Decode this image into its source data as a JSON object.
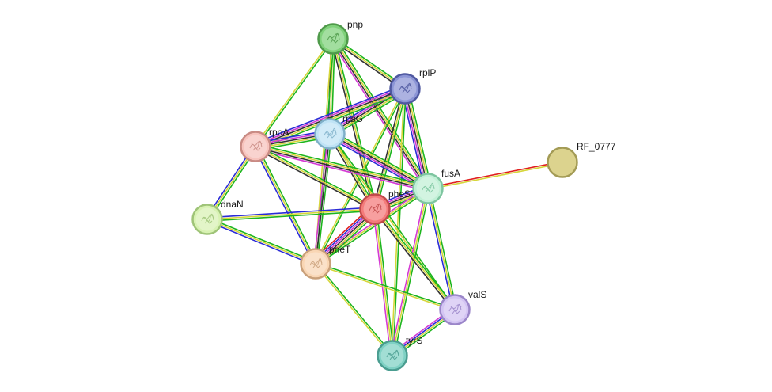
{
  "network": {
    "nodes": [
      {
        "id": "pnp",
        "label": "pnp",
        "color": "#7fd17a",
        "stroke": "#4f9a4a",
        "icon": "protein-structure-icon"
      },
      {
        "id": "rplP",
        "label": "rplP",
        "color": "#8c95d6",
        "stroke": "#4f58a0",
        "icon": "protein-structure-icon"
      },
      {
        "id": "rpsG",
        "label": "rpsG",
        "color": "#bfe3f5",
        "stroke": "#7fb0c9",
        "icon": "protein-structure-icon"
      },
      {
        "id": "rpoA",
        "label": "rpoA",
        "color": "#f7c3bd",
        "stroke": "#c98b84",
        "icon": "protein-structure-icon"
      },
      {
        "id": "RF_0777",
        "label": "RF_0777",
        "color": "#dcd38e",
        "stroke": "#a39b55",
        "icon": ""
      },
      {
        "id": "fusA",
        "label": "fusA",
        "color": "#c1f0d6",
        "stroke": "#7ec5a0",
        "icon": "protein-structure-icon"
      },
      {
        "id": "pheS",
        "label": "pheS",
        "color": "#f47b7b",
        "stroke": "#c04a4a",
        "icon": "protein-structure-icon"
      },
      {
        "id": "dnaN",
        "label": "dnaN",
        "color": "#d8f2b3",
        "stroke": "#9fc478",
        "icon": "protein-structure-icon"
      },
      {
        "id": "pheT",
        "label": "pheT",
        "color": "#f9d6b4",
        "stroke": "#c9a07a",
        "icon": "protein-structure-icon"
      },
      {
        "id": "valS",
        "label": "valS",
        "color": "#d3c4f3",
        "stroke": "#9b86c9",
        "icon": "protein-structure-icon"
      },
      {
        "id": "tyrS",
        "label": "tyrS",
        "color": "#7fd1c4",
        "stroke": "#4a9d90",
        "icon": "protein-structure-icon"
      }
    ],
    "edge_colors": {
      "green": "#1db51d",
      "yellow": "#d6d63a",
      "blue": "#2b2bd6",
      "black": "#333333",
      "magenta": "#d43ad4",
      "red": "#e02020",
      "cyan": "#3ab0d4"
    },
    "edges": [
      {
        "a": "pnp",
        "b": "rplP",
        "types": [
          "green",
          "yellow",
          "black"
        ]
      },
      {
        "a": "pnp",
        "b": "rpsG",
        "types": [
          "green",
          "yellow",
          "black"
        ]
      },
      {
        "a": "pnp",
        "b": "rpoA",
        "types": [
          "green",
          "yellow"
        ]
      },
      {
        "a": "pnp",
        "b": "fusA",
        "types": [
          "green",
          "yellow",
          "black",
          "magenta"
        ]
      },
      {
        "a": "pnp",
        "b": "pheS",
        "types": [
          "green",
          "yellow",
          "black"
        ]
      },
      {
        "a": "pnp",
        "b": "pheT",
        "types": [
          "green",
          "yellow"
        ]
      },
      {
        "a": "rplP",
        "b": "rpsG",
        "types": [
          "green",
          "yellow",
          "black",
          "magenta",
          "blue"
        ]
      },
      {
        "a": "rplP",
        "b": "rpoA",
        "types": [
          "green",
          "yellow",
          "black",
          "magenta",
          "blue"
        ]
      },
      {
        "a": "rplP",
        "b": "fusA",
        "types": [
          "green",
          "yellow",
          "black",
          "magenta",
          "blue"
        ]
      },
      {
        "a": "rplP",
        "b": "pheS",
        "types": [
          "green",
          "yellow",
          "black"
        ]
      },
      {
        "a": "rplP",
        "b": "pheT",
        "types": [
          "green",
          "yellow"
        ]
      },
      {
        "a": "rplP",
        "b": "tyrS",
        "types": [
          "green",
          "yellow"
        ]
      },
      {
        "a": "rpsG",
        "b": "rpoA",
        "types": [
          "green",
          "yellow",
          "black",
          "magenta",
          "blue"
        ]
      },
      {
        "a": "rpsG",
        "b": "fusA",
        "types": [
          "green",
          "yellow",
          "black",
          "magenta",
          "blue"
        ]
      },
      {
        "a": "rpsG",
        "b": "pheS",
        "types": [
          "green",
          "yellow",
          "black"
        ]
      },
      {
        "a": "rpsG",
        "b": "pheT",
        "types": [
          "green",
          "black",
          "magenta"
        ]
      },
      {
        "a": "rpsG",
        "b": "valS",
        "types": [
          "green",
          "yellow"
        ]
      },
      {
        "a": "rpoA",
        "b": "fusA",
        "types": [
          "green",
          "yellow",
          "black",
          "magenta"
        ]
      },
      {
        "a": "rpoA",
        "b": "pheS",
        "types": [
          "green",
          "yellow",
          "black"
        ]
      },
      {
        "a": "rpoA",
        "b": "dnaN",
        "types": [
          "green",
          "yellow",
          "blue"
        ]
      },
      {
        "a": "rpoA",
        "b": "pheT",
        "types": [
          "green",
          "yellow",
          "blue"
        ]
      },
      {
        "a": "fusA",
        "b": "RF_0777",
        "types": [
          "red",
          "yellow"
        ]
      },
      {
        "a": "fusA",
        "b": "pheS",
        "types": [
          "green",
          "yellow",
          "black",
          "magenta",
          "blue"
        ]
      },
      {
        "a": "fusA",
        "b": "pheT",
        "types": [
          "green",
          "yellow",
          "magenta"
        ]
      },
      {
        "a": "fusA",
        "b": "valS",
        "types": [
          "green",
          "yellow",
          "blue"
        ]
      },
      {
        "a": "fusA",
        "b": "tyrS",
        "types": [
          "green",
          "yellow",
          "magenta"
        ]
      },
      {
        "a": "pheS",
        "b": "pheT",
        "types": [
          "green",
          "yellow",
          "black",
          "magenta",
          "blue",
          "red"
        ]
      },
      {
        "a": "pheS",
        "b": "dnaN",
        "types": [
          "green",
          "yellow",
          "blue"
        ]
      },
      {
        "a": "pheS",
        "b": "valS",
        "types": [
          "green",
          "yellow",
          "black"
        ]
      },
      {
        "a": "pheS",
        "b": "tyrS",
        "types": [
          "green",
          "yellow",
          "magenta"
        ]
      },
      {
        "a": "dnaN",
        "b": "pheT",
        "types": [
          "green",
          "yellow",
          "blue"
        ]
      },
      {
        "a": "pheT",
        "b": "valS",
        "types": [
          "green",
          "yellow"
        ]
      },
      {
        "a": "pheT",
        "b": "tyrS",
        "types": [
          "green",
          "yellow"
        ]
      },
      {
        "a": "valS",
        "b": "tyrS",
        "types": [
          "green",
          "yellow",
          "blue",
          "magenta"
        ]
      }
    ]
  }
}
